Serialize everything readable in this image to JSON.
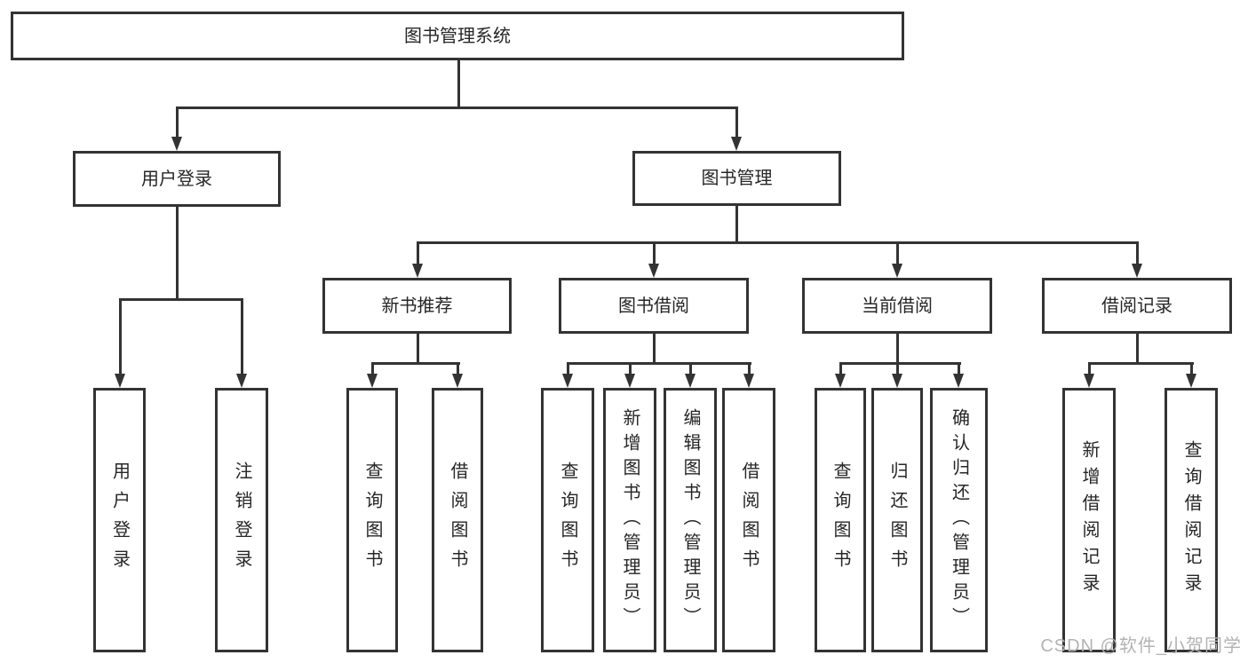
{
  "root": {
    "label": "图书管理系统"
  },
  "level2": [
    {
      "label": "用户登录",
      "parent": "图书管理系统"
    },
    {
      "label": "图书管理",
      "parent": "图书管理系统"
    }
  ],
  "level3": [
    {
      "label": "新书推荐",
      "parent": "图书管理"
    },
    {
      "label": "图书借阅",
      "parent": "图书管理"
    },
    {
      "label": "当前借阅",
      "parent": "图书管理"
    },
    {
      "label": "借阅记录",
      "parent": "图书管理"
    }
  ],
  "leaves": [
    {
      "label": "用户登录",
      "parent": "用户登录"
    },
    {
      "label": "注销登录",
      "parent": "用户登录"
    },
    {
      "label": "查询图书",
      "parent": "新书推荐"
    },
    {
      "label": "借阅图书",
      "parent": "新书推荐"
    },
    {
      "label": "查询图书",
      "parent": "图书借阅"
    },
    {
      "label": "新增图书（管理员）",
      "parent": "图书借阅"
    },
    {
      "label": "编辑图书（管理员）",
      "parent": "图书借阅"
    },
    {
      "label": "借阅图书",
      "parent": "图书借阅"
    },
    {
      "label": "查询图书",
      "parent": "当前借阅"
    },
    {
      "label": "归还图书",
      "parent": "当前借阅"
    },
    {
      "label": "确认归还（管理员）",
      "parent": "当前借阅"
    },
    {
      "label": "新增借阅记录",
      "parent": "借阅记录"
    },
    {
      "label": "查询借阅记录",
      "parent": "借阅记录"
    }
  ],
  "watermark": {
    "text": "CSDN @软件_小贺同学"
  },
  "colors": {
    "line": "#333333",
    "text": "#262626",
    "watermark": "#b3b3b3",
    "background": "#ffffff"
  }
}
